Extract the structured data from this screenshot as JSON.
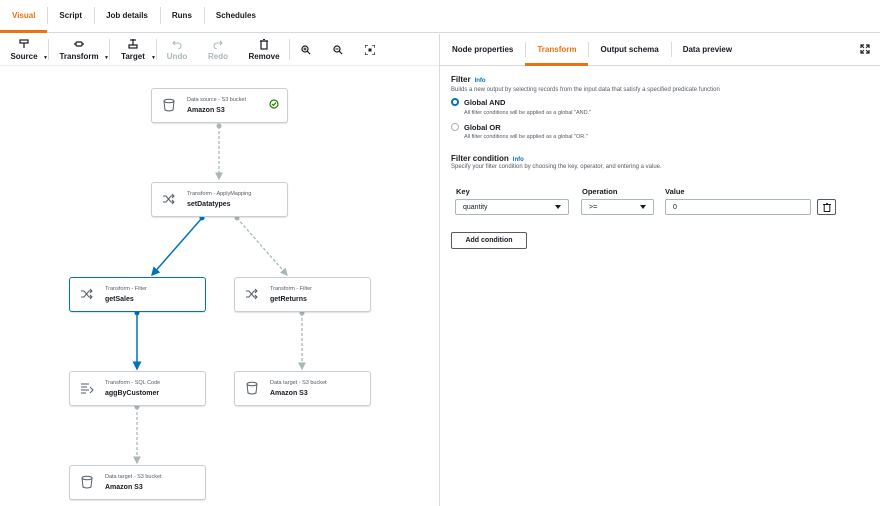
{
  "top_tabs": [
    "Visual",
    "Script",
    "Job details",
    "Runs",
    "Schedules"
  ],
  "toolbar": {
    "source": "Source",
    "transform": "Transform",
    "target": "Target",
    "undo": "Undo",
    "redo": "Redo",
    "remove": "Remove"
  },
  "nodes": {
    "s3_source": {
      "type": "Data source - S3 bucket",
      "name": "Amazon S3",
      "icon": "bucket-icon"
    },
    "set_datatypes": {
      "type": "Transform - ApplyMapping",
      "name": "setDatatypes",
      "icon": "shuffle-icon"
    },
    "get_sales": {
      "type": "Transform - Filter",
      "name": "getSales",
      "icon": "shuffle-icon"
    },
    "get_returns": {
      "type": "Transform - Filter",
      "name": "getReturns",
      "icon": "shuffle-icon"
    },
    "agg_by_customer": {
      "type": "Transform - SQL Code",
      "name": "aggByCustomer",
      "icon": "sql-icon"
    },
    "s3_target_returns": {
      "type": "Data target - S3 bucket",
      "name": "Amazon S3",
      "icon": "bucket-icon"
    },
    "s3_target_agg": {
      "type": "Data target - S3 bucket",
      "name": "Amazon S3",
      "icon": "bucket-icon"
    }
  },
  "panel_tabs": [
    "Node properties",
    "Transform",
    "Output schema",
    "Data preview"
  ],
  "filter": {
    "title": "Filter",
    "info": "Info",
    "description": "Builds a new output by selecting records from the input data that satisfy a specified predicate function",
    "options": [
      {
        "label": "Global AND",
        "description": "All filter conditions will be applied as a global \"AND.\"",
        "selected": true
      },
      {
        "label": "Global OR",
        "description": "All filter conditions will be applied as a global \"OR.\"",
        "selected": false
      }
    ]
  },
  "condition": {
    "title": "Filter condition",
    "info": "Info",
    "description": "Specify your filter condition by choosing the key, operator, and entering a value.",
    "headers": {
      "key": "Key",
      "operation": "Operation",
      "value": "Value"
    },
    "row": {
      "key": "quantity",
      "operation": ">=",
      "value": "0"
    },
    "add_label": "Add condition"
  },
  "colors": {
    "accent": "#ec7211",
    "link": "#0073bb",
    "success": "#1d8102",
    "edge_gray": "#aab7b8"
  }
}
